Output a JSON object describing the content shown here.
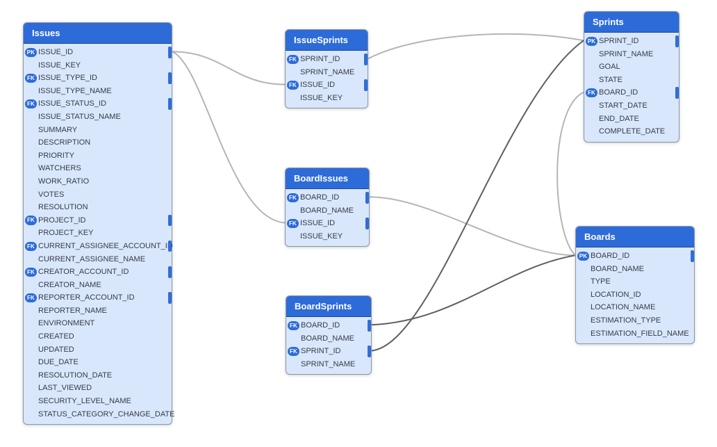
{
  "diagram": {
    "background": "#ffffff",
    "colors": {
      "table_header": "#2d6bd8",
      "table_body": "#d9e7fd",
      "table_border": "#8e959e",
      "key_badge": "#2d6bd8",
      "key_stub": "#2e6ed9",
      "row_text": "#343b46",
      "edge_light": "#b5b5b5",
      "edge_dark": "#5e5e5e"
    },
    "tables": [
      {
        "id": "Issues",
        "title": "Issues",
        "fields": [
          {
            "key": "PK",
            "name": "ISSUE_ID"
          },
          {
            "key": "",
            "name": "ISSUE_KEY"
          },
          {
            "key": "FK",
            "name": "ISSUE_TYPE_ID"
          },
          {
            "key": "",
            "name": "ISSUE_TYPE_NAME"
          },
          {
            "key": "FK",
            "name": "ISSUE_STATUS_ID"
          },
          {
            "key": "",
            "name": "ISSUE_STATUS_NAME"
          },
          {
            "key": "",
            "name": "SUMMARY"
          },
          {
            "key": "",
            "name": "DESCRIPTION"
          },
          {
            "key": "",
            "name": "PRIORITY"
          },
          {
            "key": "",
            "name": "WATCHERS"
          },
          {
            "key": "",
            "name": "WORK_RATIO"
          },
          {
            "key": "",
            "name": "VOTES"
          },
          {
            "key": "",
            "name": "RESOLUTION"
          },
          {
            "key": "FK",
            "name": "PROJECT_ID"
          },
          {
            "key": "",
            "name": "PROJECT_KEY"
          },
          {
            "key": "FK",
            "name": "CURRENT_ASSIGNEE_ACCOUNT_ID"
          },
          {
            "key": "",
            "name": "CURRENT_ASSIGNEE_NAME"
          },
          {
            "key": "FK",
            "name": "CREATOR_ACCOUNT_ID"
          },
          {
            "key": "",
            "name": "CREATOR_NAME"
          },
          {
            "key": "FK",
            "name": "REPORTER_ACCOUNT_ID"
          },
          {
            "key": "",
            "name": "REPORTER_NAME"
          },
          {
            "key": "",
            "name": "ENVIRONMENT"
          },
          {
            "key": "",
            "name": "CREATED"
          },
          {
            "key": "",
            "name": "UPDATED"
          },
          {
            "key": "",
            "name": "DUE_DATE"
          },
          {
            "key": "",
            "name": "RESOLUTION_DATE"
          },
          {
            "key": "",
            "name": "LAST_VIEWED"
          },
          {
            "key": "",
            "name": "SECURITY_LEVEL_NAME"
          },
          {
            "key": "",
            "name": "STATUS_CATEGORY_CHANGE_DATE"
          }
        ]
      },
      {
        "id": "IssueSprints",
        "title": "IssueSprints",
        "fields": [
          {
            "key": "FK",
            "name": "SPRINT_ID"
          },
          {
            "key": "",
            "name": "SPRINT_NAME"
          },
          {
            "key": "FK",
            "name": "ISSUE_ID"
          },
          {
            "key": "",
            "name": "ISSUE_KEY"
          }
        ]
      },
      {
        "id": "BoardIssues",
        "title": "BoardIssues",
        "fields": [
          {
            "key": "FK",
            "name": "BOARD_ID"
          },
          {
            "key": "",
            "name": "BOARD_NAME"
          },
          {
            "key": "FK",
            "name": "ISSUE_ID"
          },
          {
            "key": "",
            "name": "ISSUE_KEY"
          }
        ]
      },
      {
        "id": "BoardSprints",
        "title": "BoardSprints",
        "fields": [
          {
            "key": "FK",
            "name": "BOARD_ID"
          },
          {
            "key": "",
            "name": "BOARD_NAME"
          },
          {
            "key": "FK",
            "name": "SPRINT_ID"
          },
          {
            "key": "",
            "name": "SPRINT_NAME"
          }
        ]
      },
      {
        "id": "Sprints",
        "title": "Sprints",
        "fields": [
          {
            "key": "PK",
            "name": "SPRINT_ID"
          },
          {
            "key": "",
            "name": "SPRINT_NAME"
          },
          {
            "key": "",
            "name": "GOAL"
          },
          {
            "key": "",
            "name": "STATE"
          },
          {
            "key": "FK",
            "name": "BOARD_ID"
          },
          {
            "key": "",
            "name": "START_DATE"
          },
          {
            "key": "",
            "name": "END_DATE"
          },
          {
            "key": "",
            "name": "COMPLETE_DATE"
          }
        ]
      },
      {
        "id": "Boards",
        "title": "Boards",
        "fields": [
          {
            "key": "PK",
            "name": "BOARD_ID"
          },
          {
            "key": "",
            "name": "BOARD_NAME"
          },
          {
            "key": "",
            "name": "TYPE"
          },
          {
            "key": "",
            "name": "LOCATION_ID"
          },
          {
            "key": "",
            "name": "LOCATION_NAME"
          },
          {
            "key": "",
            "name": "ESTIMATION_TYPE"
          },
          {
            "key": "",
            "name": "ESTIMATION_FIELD_NAME"
          }
        ]
      }
    ],
    "relationships": [
      {
        "from": "Issues.ISSUE_ID",
        "to": "IssueSprints.ISSUE_ID",
        "tone": "light"
      },
      {
        "from": "Issues.ISSUE_ID",
        "to": "BoardIssues.ISSUE_ID",
        "tone": "light"
      },
      {
        "from": "IssueSprints.SPRINT_ID",
        "to": "Sprints.SPRINT_ID",
        "tone": "light"
      },
      {
        "from": "BoardIssues.BOARD_ID",
        "to": "Boards.BOARD_ID",
        "tone": "light"
      },
      {
        "from": "BoardSprints.BOARD_ID",
        "to": "Boards.BOARD_ID",
        "tone": "dark"
      },
      {
        "from": "BoardSprints.SPRINT_ID",
        "to": "Sprints.SPRINT_ID",
        "tone": "dark"
      },
      {
        "from": "Sprints.BOARD_ID",
        "to": "Boards.BOARD_ID",
        "tone": "light"
      }
    ]
  }
}
